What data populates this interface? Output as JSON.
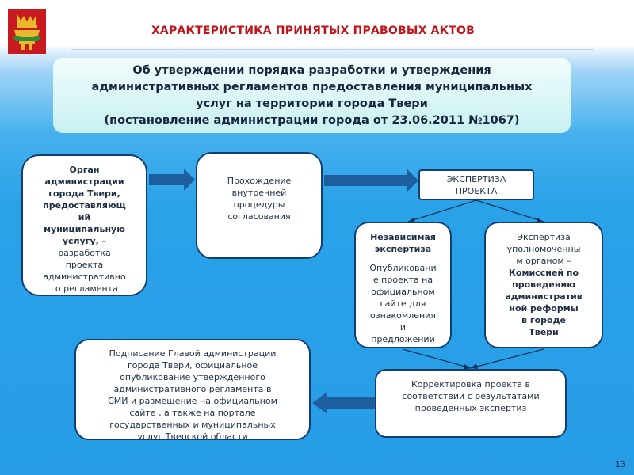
{
  "header": {
    "title": "ХАРАКТЕРИСТИКА ПРИНЯТЫХ ПРАВОВЫХ АКТОВ",
    "logo_icon": "tver-coat-of-arms-icon"
  },
  "subtitle": {
    "lines": [
      "Об утверждении порядка разработки и утверждения",
      "административных регламентов предоставления муниципальных",
      "услуг на территории города Твери",
      "(постановление администрации города от 23.06.2011 №1067)"
    ]
  },
  "boxes": {
    "organ": {
      "bold_lines": [
        "Орган",
        "администрации",
        "города Твери,",
        "предоставляющ",
        "ий",
        "муниципальную",
        "услугу, –"
      ],
      "lines": [
        "разработка",
        "проекта",
        "административно",
        "го регламента"
      ]
    },
    "internal": {
      "lines": [
        "Прохождение",
        "внутренней",
        "процедуры",
        "согласования"
      ]
    },
    "expertise": {
      "lines": [
        "ЭКСПЕРТИЗА",
        "ПРОЕКТА"
      ]
    },
    "independent": {
      "bold_lines": [
        "Независимая",
        "экспертиза"
      ],
      "lines": [
        "Опубликовани",
        "е проекта на",
        "официальном",
        "сайте для",
        "ознакомления",
        "и",
        "предложений"
      ]
    },
    "commission": {
      "lines": [
        "Экспертиза",
        "уполномоченны",
        "м органом –"
      ],
      "bold_lines": [
        "Комиссией по",
        "проведению",
        "административ",
        "ной реформы",
        "в городе",
        "Твери"
      ]
    },
    "signing": {
      "lines": [
        "Подписание Главой администрации",
        "города Твери,  официальное",
        "опубликование утвержденного",
        "административного регламента  в",
        "СМИ и размещение на официальном",
        "сайте , а также на портале",
        "государственных и муниципальных",
        "услуг Тверской области"
      ]
    },
    "correction": {
      "lines": [
        "Корректировка проекта в",
        "соответствии с  результатами",
        "проведенных экспертиз"
      ]
    }
  },
  "footer": {
    "page_number": "13"
  },
  "colors": {
    "title_red": "#c0141a",
    "box_border": "#123f72",
    "arrow_blue": "#1d5f9e",
    "sky_blue": "#2aa2e8",
    "panel_cyan": "#c8f0f1"
  }
}
